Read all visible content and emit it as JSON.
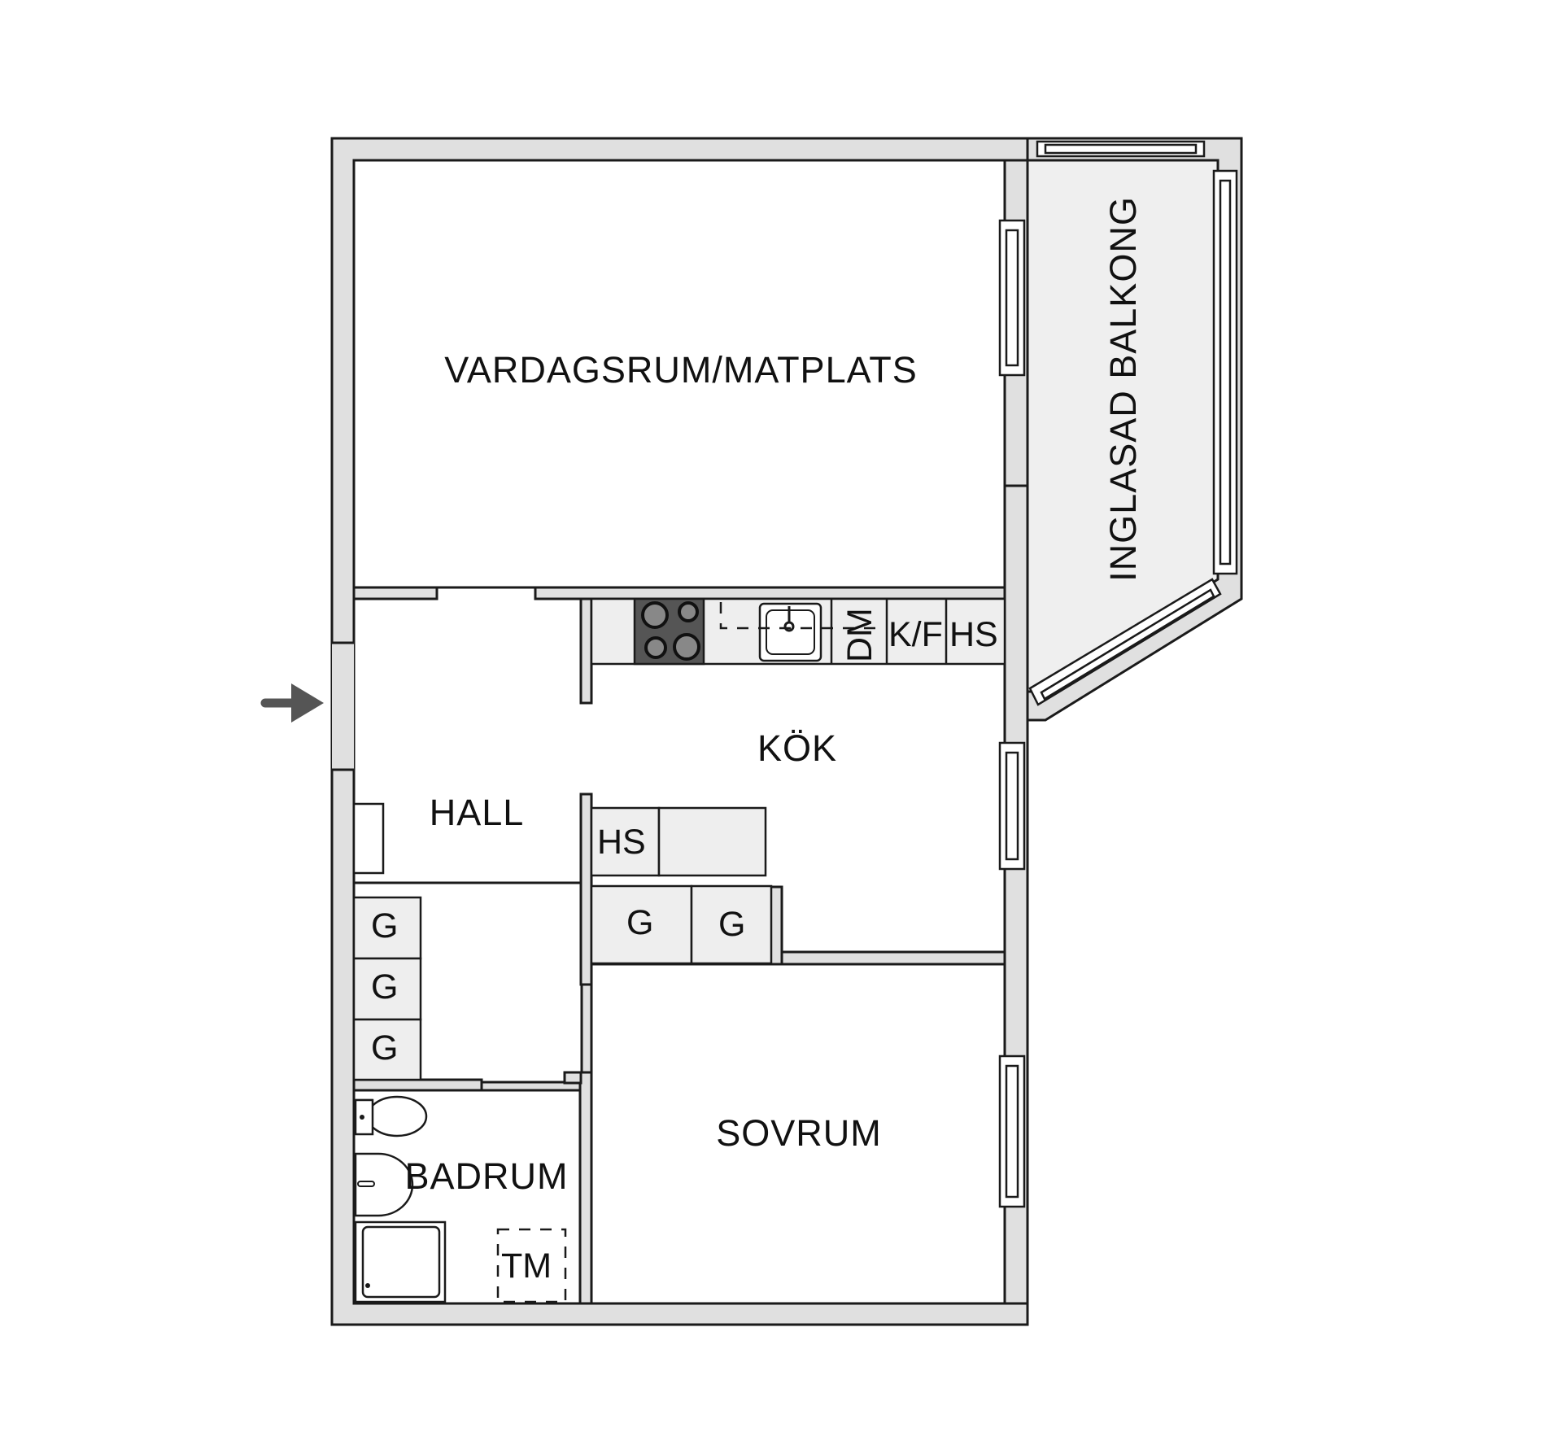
{
  "plan": {
    "rooms": {
      "living": "VARDAGSRUM/MATPLATS",
      "balcony": "INGLASAD BALKONG",
      "kitchen": "KÖK",
      "hall": "HALL",
      "bedroom": "SOVRUM",
      "bathroom": "BADRUM"
    },
    "kitchen_counter": {
      "dishwasher": "DM",
      "fridge_freezer": "K/F",
      "tall_cabinet": "HS"
    },
    "kitchen_island": {
      "tall_cabinet": "HS",
      "wardrobe_1": "G",
      "wardrobe_2": "G"
    },
    "hall_wardrobes": [
      "G",
      "G",
      "G"
    ],
    "bathroom_fixtures": {
      "washing_machine": "TM"
    },
    "entrance_icon": "arrow-right-icon",
    "colors": {
      "wall": "#e0e0e0",
      "cabinet": "#eeeeee",
      "stove": "#555555",
      "line": "#1a1a1a",
      "arrow": "#555555"
    }
  }
}
